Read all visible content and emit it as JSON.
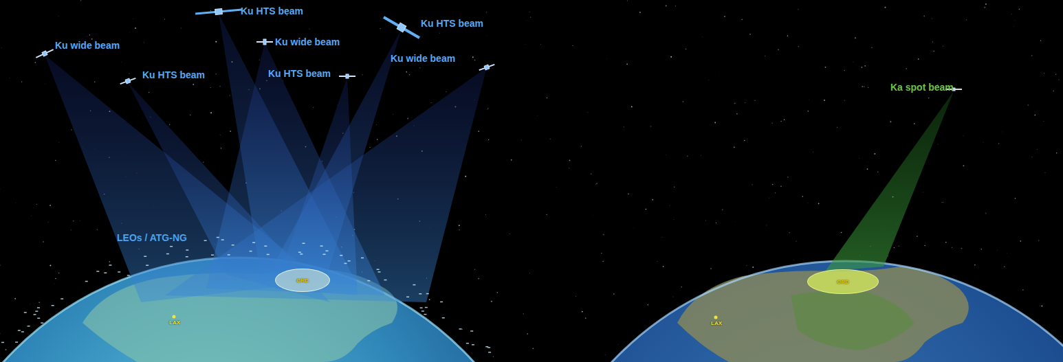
{
  "diagram": {
    "nodes": [
      {
        "text": [
          "ORD"
        ]
      },
      {
        "text": [
          "ORD"
        ]
      }
    ],
    "labels": [
      "Ku HTS beam",
      "Ku HTS beam",
      "Ku wide beam",
      "Ku wide beam",
      "Ku wide beam",
      "Ku HTS beam",
      "Ku HTS beam",
      "Ka spot beam",
      "LEOs / ATG-NG",
      "LAX",
      "LAX"
    ]
  }
}
